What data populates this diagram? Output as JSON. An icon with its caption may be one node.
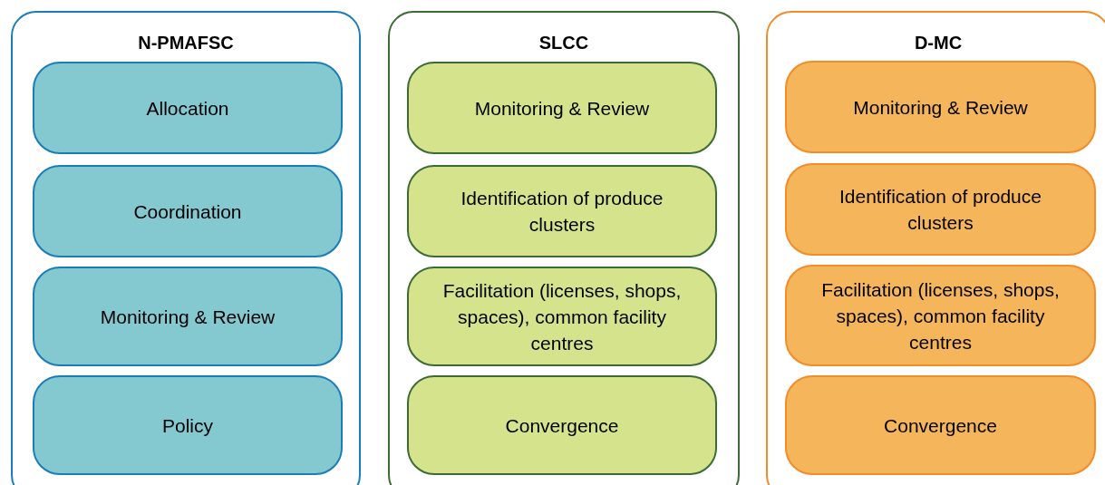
{
  "diagram": {
    "nodes": [
      {
        "text": [
          "N-PMAFSC"
        ]
      },
      {
        "text": [
          "Allocation"
        ],
        "in": 0
      },
      {
        "text": [
          "Coordination"
        ],
        "in": 0
      },
      {
        "text": [
          "Monitoring & Review"
        ],
        "in": 0
      },
      {
        "text": [
          "Policy"
        ],
        "in": 0
      },
      {
        "text": [
          "SLCC"
        ]
      },
      {
        "text": [
          "Monitoring & Review"
        ],
        "in": 5
      },
      {
        "text": [
          "Identification of produce clusters"
        ],
        "in": 5
      },
      {
        "text": [
          "Facilitation (licenses, shops, spaces), common facility centres"
        ],
        "in": 5
      },
      {
        "text": [
          "Convergence"
        ],
        "in": 5
      },
      {
        "text": [
          "D-MC"
        ]
      },
      {
        "text": [
          "Monitoring & Review"
        ],
        "in": 10
      },
      {
        "text": [
          "Identification of produce clusters"
        ],
        "in": 10
      },
      {
        "text": [
          "Facilitation (licenses, shops, spaces), common facility centres"
        ],
        "in": 10
      },
      {
        "text": [
          "Convergence"
        ],
        "in": 10
      }
    ]
  }
}
